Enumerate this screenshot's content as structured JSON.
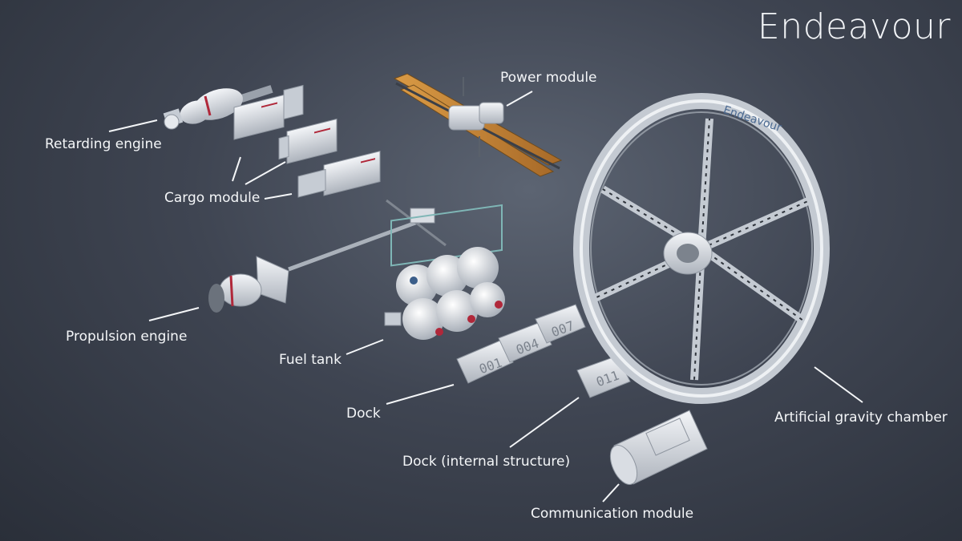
{
  "title": "Endeavour",
  "labels": {
    "retarding_engine": "Retarding engine",
    "cargo_module": "Cargo module",
    "propulsion_engine": "Propulsion engine",
    "fuel_tank": "Fuel tank",
    "power_module": "Power module",
    "dock": "Dock",
    "dock_internal": "Dock (internal structure)",
    "communication_module": "Communication module",
    "artificial_gravity_chamber": "Artificial gravity chamber"
  },
  "dock_numbers": [
    "001",
    "004",
    "007",
    "011"
  ],
  "ring_text": "Endeavour",
  "colors": {
    "hull": "#d9dde3",
    "accent_red": "#b0283a",
    "solar_orange": "#c9883a",
    "line": "#f4f6f8"
  }
}
